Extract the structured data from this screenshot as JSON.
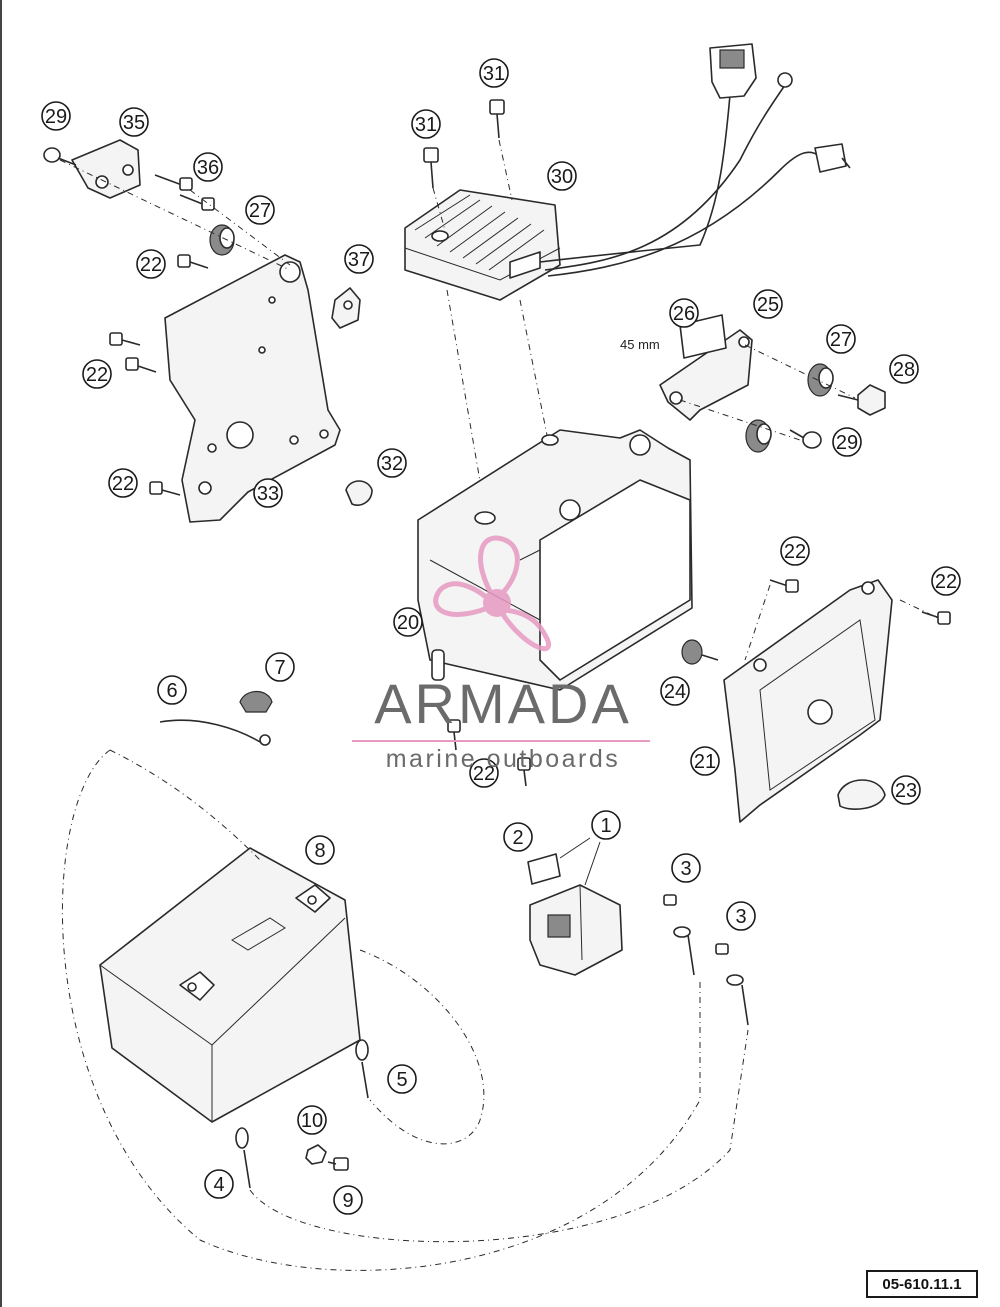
{
  "diagram": {
    "reference_code": "05-610.11.1",
    "dimension_label": "45 mm",
    "watermark": {
      "brand": "ARMADA",
      "tagline": "marine outboards",
      "accent_color": "#e79ac2",
      "text_color": "#6b6b6b"
    },
    "callouts": [
      {
        "id": "c-1",
        "label": "1"
      },
      {
        "id": "c-2",
        "label": "2"
      },
      {
        "id": "c-3a",
        "label": "3"
      },
      {
        "id": "c-3b",
        "label": "3"
      },
      {
        "id": "c-4",
        "label": "4"
      },
      {
        "id": "c-5",
        "label": "5"
      },
      {
        "id": "c-6",
        "label": "6"
      },
      {
        "id": "c-7",
        "label": "7"
      },
      {
        "id": "c-8",
        "label": "8"
      },
      {
        "id": "c-9",
        "label": "9"
      },
      {
        "id": "c-10",
        "label": "10"
      },
      {
        "id": "c-20",
        "label": "20"
      },
      {
        "id": "c-21",
        "label": "21"
      },
      {
        "id": "c-22a",
        "label": "22"
      },
      {
        "id": "c-22b",
        "label": "22"
      },
      {
        "id": "c-22c",
        "label": "22"
      },
      {
        "id": "c-22d",
        "label": "22"
      },
      {
        "id": "c-22e",
        "label": "22"
      },
      {
        "id": "c-22f",
        "label": "22"
      },
      {
        "id": "c-23",
        "label": "23"
      },
      {
        "id": "c-24",
        "label": "24"
      },
      {
        "id": "c-25",
        "label": "25"
      },
      {
        "id": "c-26",
        "label": "26"
      },
      {
        "id": "c-27a",
        "label": "27"
      },
      {
        "id": "c-27b",
        "label": "27"
      },
      {
        "id": "c-28",
        "label": "28"
      },
      {
        "id": "c-29a",
        "label": "29"
      },
      {
        "id": "c-29b",
        "label": "29"
      },
      {
        "id": "c-30",
        "label": "30"
      },
      {
        "id": "c-31a",
        "label": "31"
      },
      {
        "id": "c-31b",
        "label": "31"
      },
      {
        "id": "c-32",
        "label": "32"
      },
      {
        "id": "c-33",
        "label": "33"
      },
      {
        "id": "c-35",
        "label": "35"
      },
      {
        "id": "c-36",
        "label": "36"
      },
      {
        "id": "c-37",
        "label": "37"
      }
    ]
  }
}
